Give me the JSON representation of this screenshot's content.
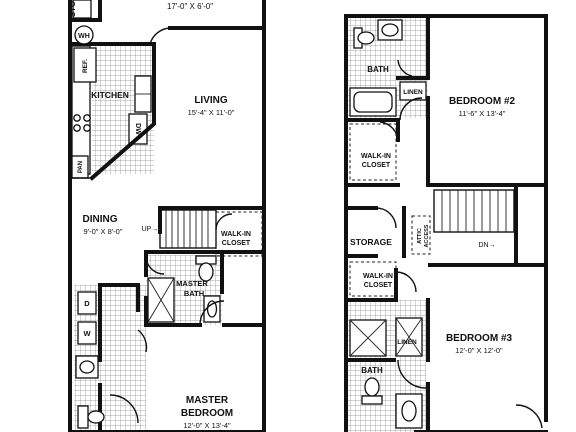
{
  "colors": {
    "line": "#111111",
    "background": "#ffffff",
    "tile": "#8a8a8a"
  },
  "floor_one": {
    "top_room": {
      "label": "STO",
      "dimension": "17'-0\" X 6'-0\""
    },
    "water_heater": "WH",
    "fridge": "REF.",
    "kitchen": "KITCHEN",
    "dishwasher": "DW",
    "pantry": "PAN",
    "living": {
      "label": "LIVING",
      "dimension": "15'-4\" X 11'-0\""
    },
    "dining": {
      "label": "DINING",
      "dimension": "9'-0\" X 8'-0\""
    },
    "stair_up": "UP→",
    "walk_in_closet": [
      "WALK-IN",
      "CLOSET"
    ],
    "master_bath": [
      "MASTER",
      "BATH"
    ],
    "dryer": "D",
    "washer": "W",
    "master_bedroom": {
      "label_lines": [
        "MASTER",
        "BEDROOM"
      ],
      "dimension": "12'-0\" X 13'-4\""
    }
  },
  "floor_two": {
    "bath_top": "BATH",
    "linen_top": "LINEN",
    "bedroom2": {
      "label": "BEDROOM #2",
      "dimension": "11'-6\" X 13'-4\""
    },
    "walk_in_closet_top": [
      "WALK-IN",
      "CLOSET"
    ],
    "storage": "STORAGE",
    "attic_access": [
      "ATTIC",
      "ACCESS"
    ],
    "stair_down": "DN→",
    "walk_in_closet_bottom": [
      "WALK-IN",
      "CLOSET"
    ],
    "linen_bottom": "LINEN",
    "bedroom3": {
      "label": "BEDROOM #3",
      "dimension": "12'-0\" X 12'-0\""
    },
    "bath_bottom": "BATH"
  }
}
